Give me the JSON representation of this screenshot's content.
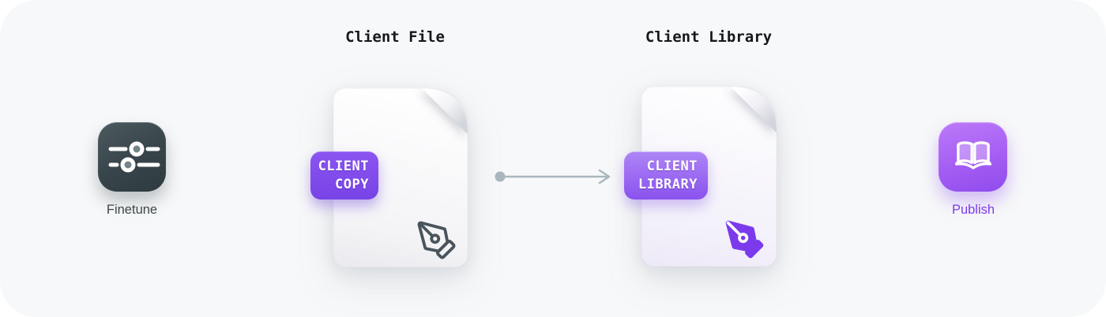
{
  "titles": {
    "client_file": "Client File",
    "client_library": "Client Library"
  },
  "nodes": {
    "finetune": {
      "label": "Finetune",
      "icon": "sliders-icon"
    },
    "client_file": {
      "badge": {
        "line1": "CLIENT",
        "line2": "COPY"
      },
      "icon": "pen-tool-outline-icon"
    },
    "client_library": {
      "badge": {
        "line1": "CLIENT",
        "line2": "LIBRARY"
      },
      "icon": "pen-tool-filled-icon"
    },
    "publish": {
      "label": "Publish",
      "icon": "open-book-icon"
    }
  },
  "connector": {
    "icon": "arrow-right-connector"
  },
  "colors": {
    "canvas_bg": "#f7f8f9",
    "accent_purple": "#7d3bec",
    "badge_purple": "#7843e6",
    "badge_purple_light": "#9d6ff3",
    "tile_dark": "#37444a",
    "tile_purple": "#a55ef3",
    "arrow_gray": "#a9b6bd",
    "title_text": "#15181c",
    "label_text": "#3e464b"
  }
}
